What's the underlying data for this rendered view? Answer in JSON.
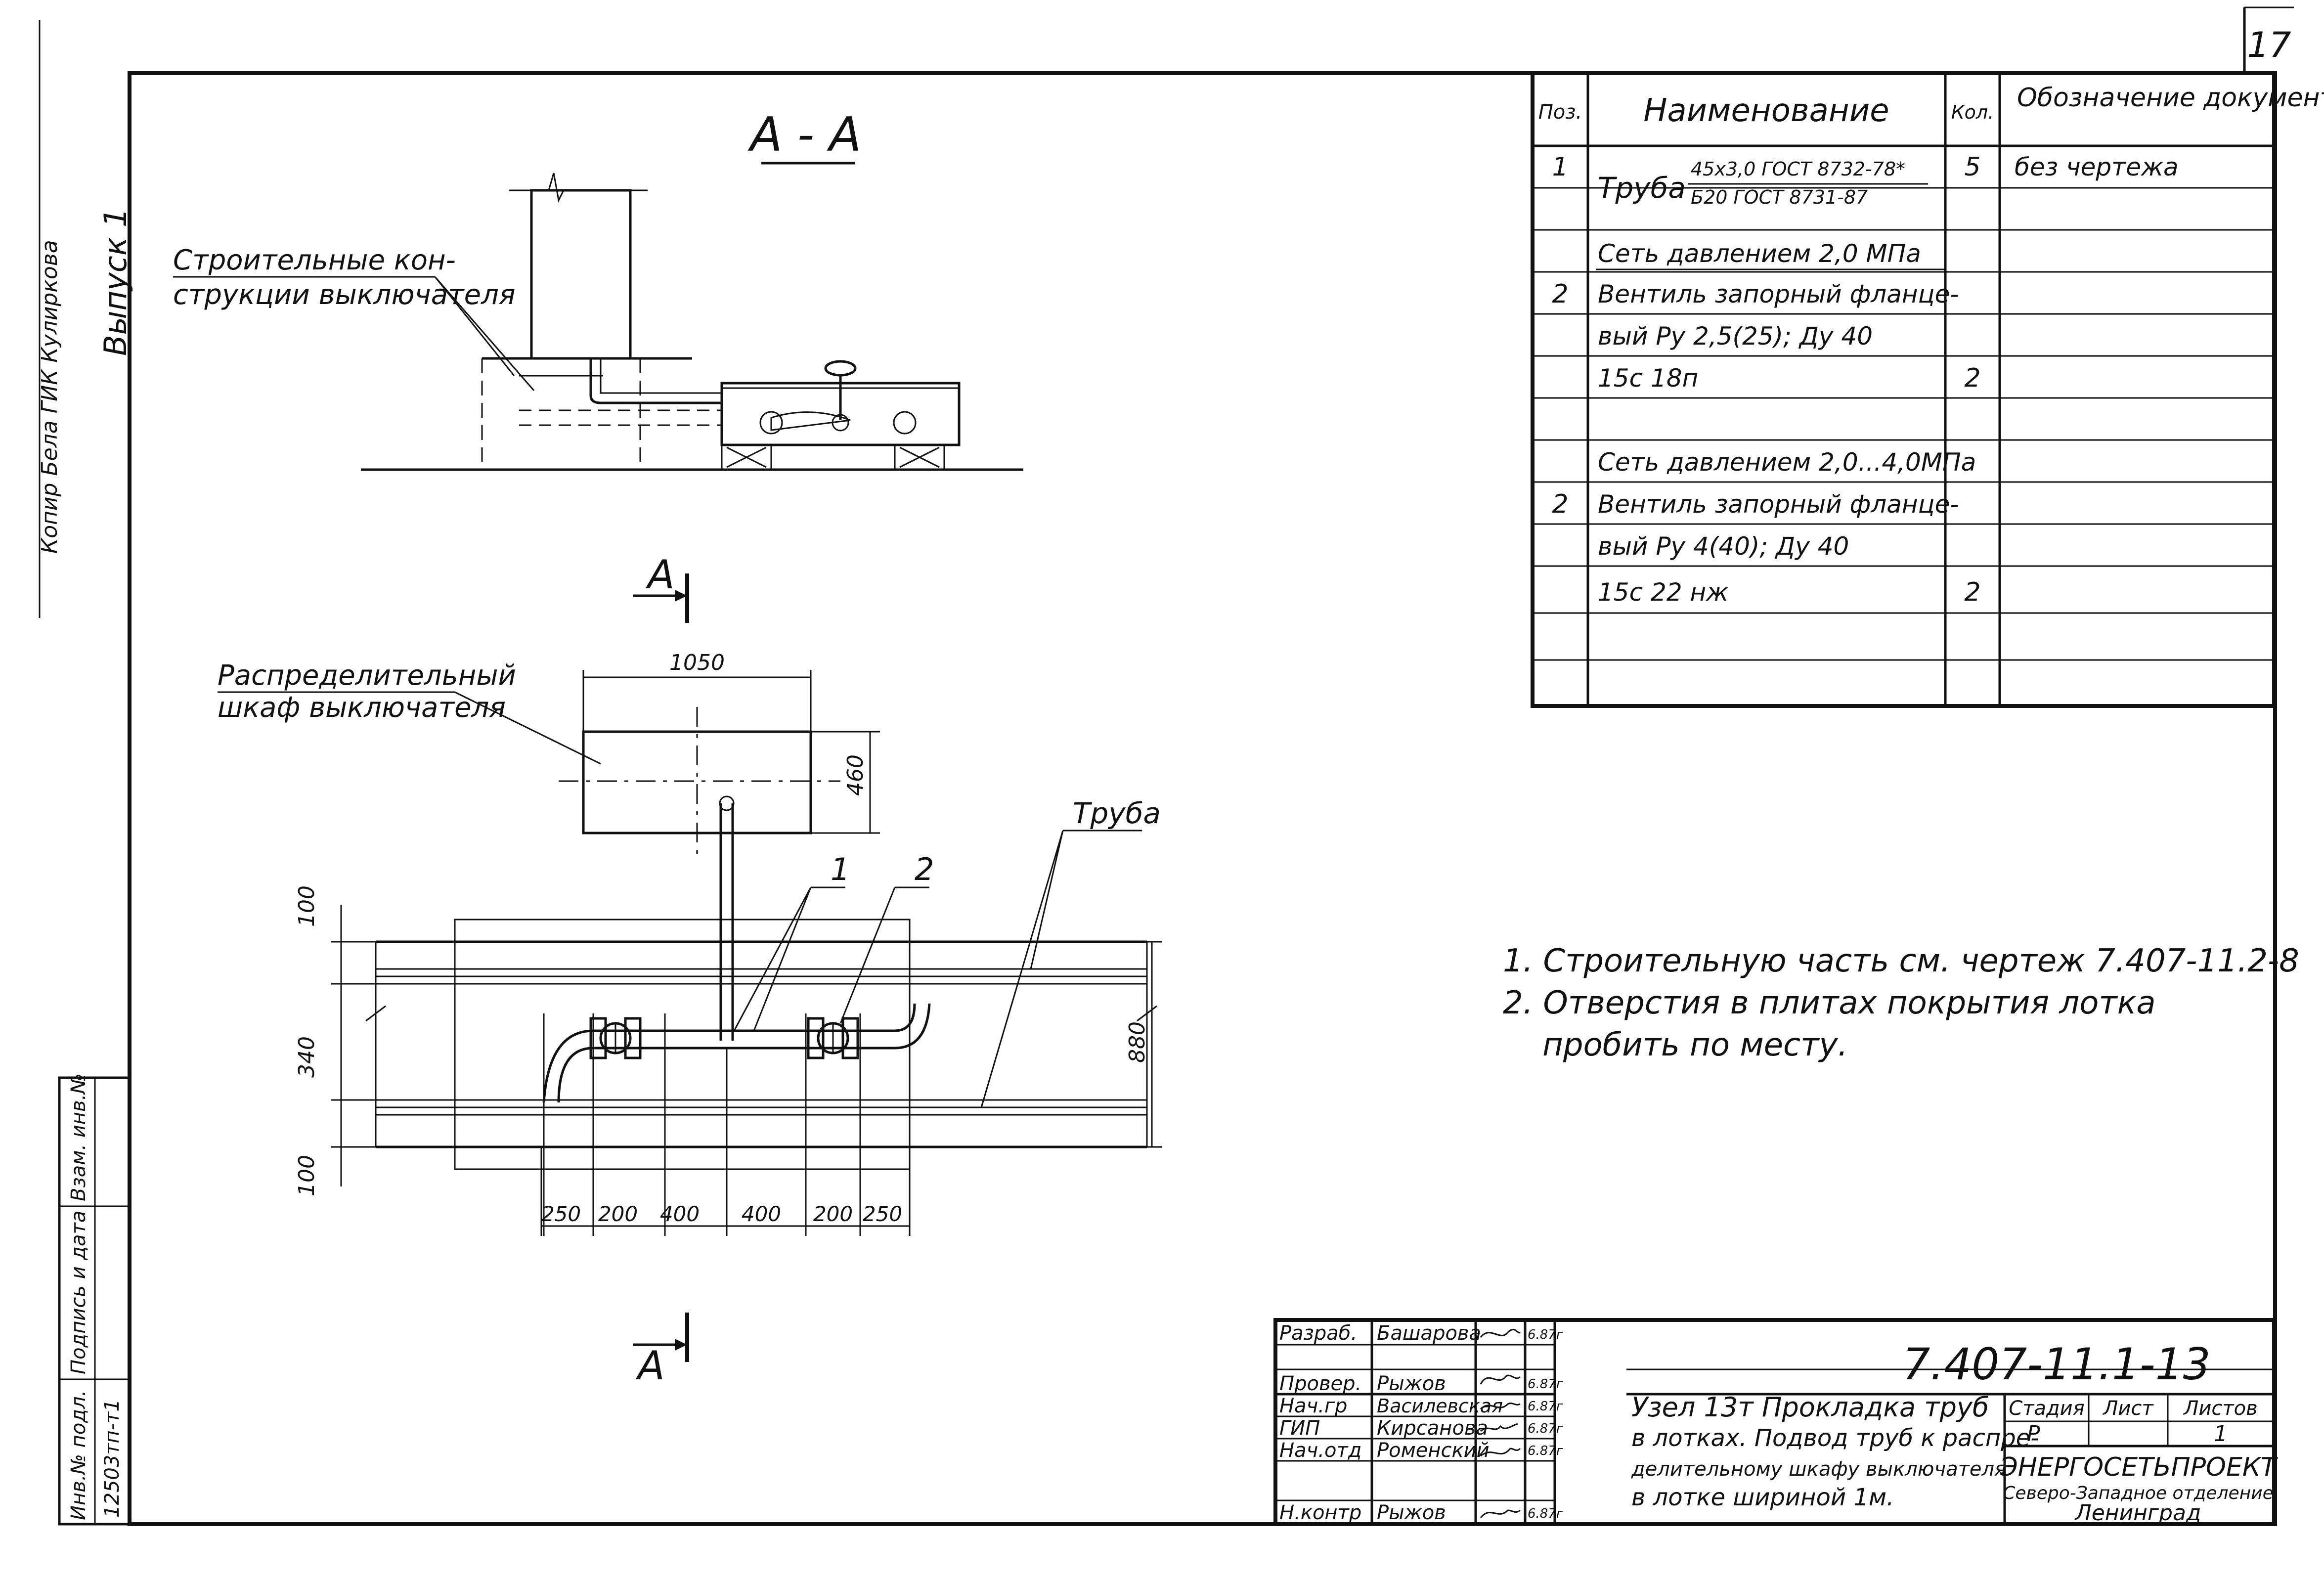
{
  "sheet_number": "17",
  "left_margin": {
    "release": "Выпуск 1",
    "copier_note": "Копир Бела ГИК Кулиркова"
  },
  "section_label": "А - А",
  "cut_marker": "А",
  "callouts": {
    "building_constructions": [
      "Строительные кон-",
      "струкции выключателя"
    ],
    "distribution_cabinet": [
      "Распределительный",
      "шкаф выключателя"
    ],
    "pipe": "Труба",
    "pos1": "1",
    "pos2": "2"
  },
  "dimensions": {
    "cabinet_width": "1050",
    "cabinet_depth": "460",
    "tray_width": "880",
    "left_100_top": "100",
    "left_340": "340",
    "left_100_bottom": "100",
    "bottom_chain": [
      "250",
      "200",
      "400",
      "400",
      "200",
      "250"
    ]
  },
  "spec_table": {
    "headers": [
      "Поз.",
      "Наименование",
      "Кол.",
      "Обозначение документа"
    ],
    "rows": [
      {
        "pos": "1",
        "name": "Труба",
        "name_upper": "45x3,0 ГОСТ 8732-78*",
        "name_lower": "Б20 ГОСТ 8731-87",
        "qty": "5",
        "doc": "без чертежа"
      },
      {
        "pos": "",
        "name": "Сеть давлением 2,0 МПа",
        "qty": "",
        "doc": ""
      },
      {
        "pos": "2",
        "name": "Вентиль запорный фланце-",
        "qty": "",
        "doc": ""
      },
      {
        "pos": "",
        "name": "вый Ру 2,5(25); Ду 40",
        "qty": "",
        "doc": ""
      },
      {
        "pos": "",
        "name": "15с 18п",
        "qty": "2",
        "doc": ""
      },
      {
        "pos": "",
        "name": "",
        "qty": "",
        "doc": ""
      },
      {
        "pos": "",
        "name": "Сеть давлением 2,0...4,0МПа",
        "qty": "",
        "doc": ""
      },
      {
        "pos": "2",
        "name": "Вентиль запорный фланце-",
        "qty": "",
        "doc": ""
      },
      {
        "pos": "",
        "name": "вый Ру 4(40); Ду 40",
        "qty": "",
        "doc": ""
      },
      {
        "pos": "",
        "name": "15с 22 нж",
        "qty": "2",
        "doc": ""
      },
      {
        "pos": "",
        "name": "",
        "qty": "",
        "doc": ""
      },
      {
        "pos": "",
        "name": "",
        "qty": "",
        "doc": ""
      }
    ]
  },
  "notes": [
    "1. Строительную часть см. чертеж 7.407-11.2-8",
    "2. Отверстия в плитах покрытия лотка",
    "пробить по месту."
  ],
  "title_block": {
    "doc_code": "7.407-11.1-13",
    "roles": [
      {
        "role": "Разраб.",
        "name": "Башарова",
        "date": "6.87г"
      },
      {
        "role": "Провер.",
        "name": "Рыжов",
        "date": "6.87г"
      },
      {
        "role": "Нач.гр",
        "name": "Василевская",
        "date": "6.87г"
      },
      {
        "role": "ГИП",
        "name": "Кирсанова",
        "date": "6.87г"
      },
      {
        "role": "Нач.отд",
        "name": "Роменский",
        "date": "6.87г"
      },
      {
        "role": "",
        "name": "",
        "date": ""
      },
      {
        "role": "Н.контр",
        "name": "Рыжов",
        "date": "6.87г"
      }
    ],
    "description": [
      "Узел 13т  Прокладка труб",
      "в лотках. Подвод труб к распре-",
      "делительному шкафу выключателя",
      "в лотке шириной 1м."
    ],
    "stage_header": "Стадия",
    "sheet_header": "Лист",
    "sheets_header": "Листов",
    "stage_value": "Р",
    "sheet_value": "",
    "sheets_value": "1",
    "org_name": "ЭНЕРГОСЕТЬПРОЕКТ",
    "org_branch": "Северо-Западное отделение",
    "org_city": "Ленинград"
  },
  "side_stamp": {
    "labels": [
      "Инв.№ подл.",
      "Подпись и дата",
      "Взам. инв.№"
    ],
    "inventory_value": "12503тп-т1"
  }
}
